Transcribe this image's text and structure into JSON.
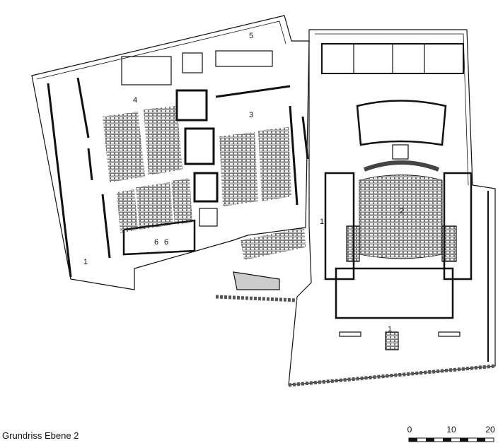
{
  "caption": "Grundriss Ebene 2",
  "room_labels": {
    "foyer_left": "1",
    "foyer_center": "1",
    "foyer_bottom": "1",
    "auditorium": "2",
    "hall_3": "3",
    "hall_4": "4",
    "room_5": "5",
    "room_6a": "6",
    "room_6b": "6"
  },
  "scale_bar": {
    "ticks": [
      "0",
      "10",
      "20"
    ],
    "unit_segments": 10
  }
}
